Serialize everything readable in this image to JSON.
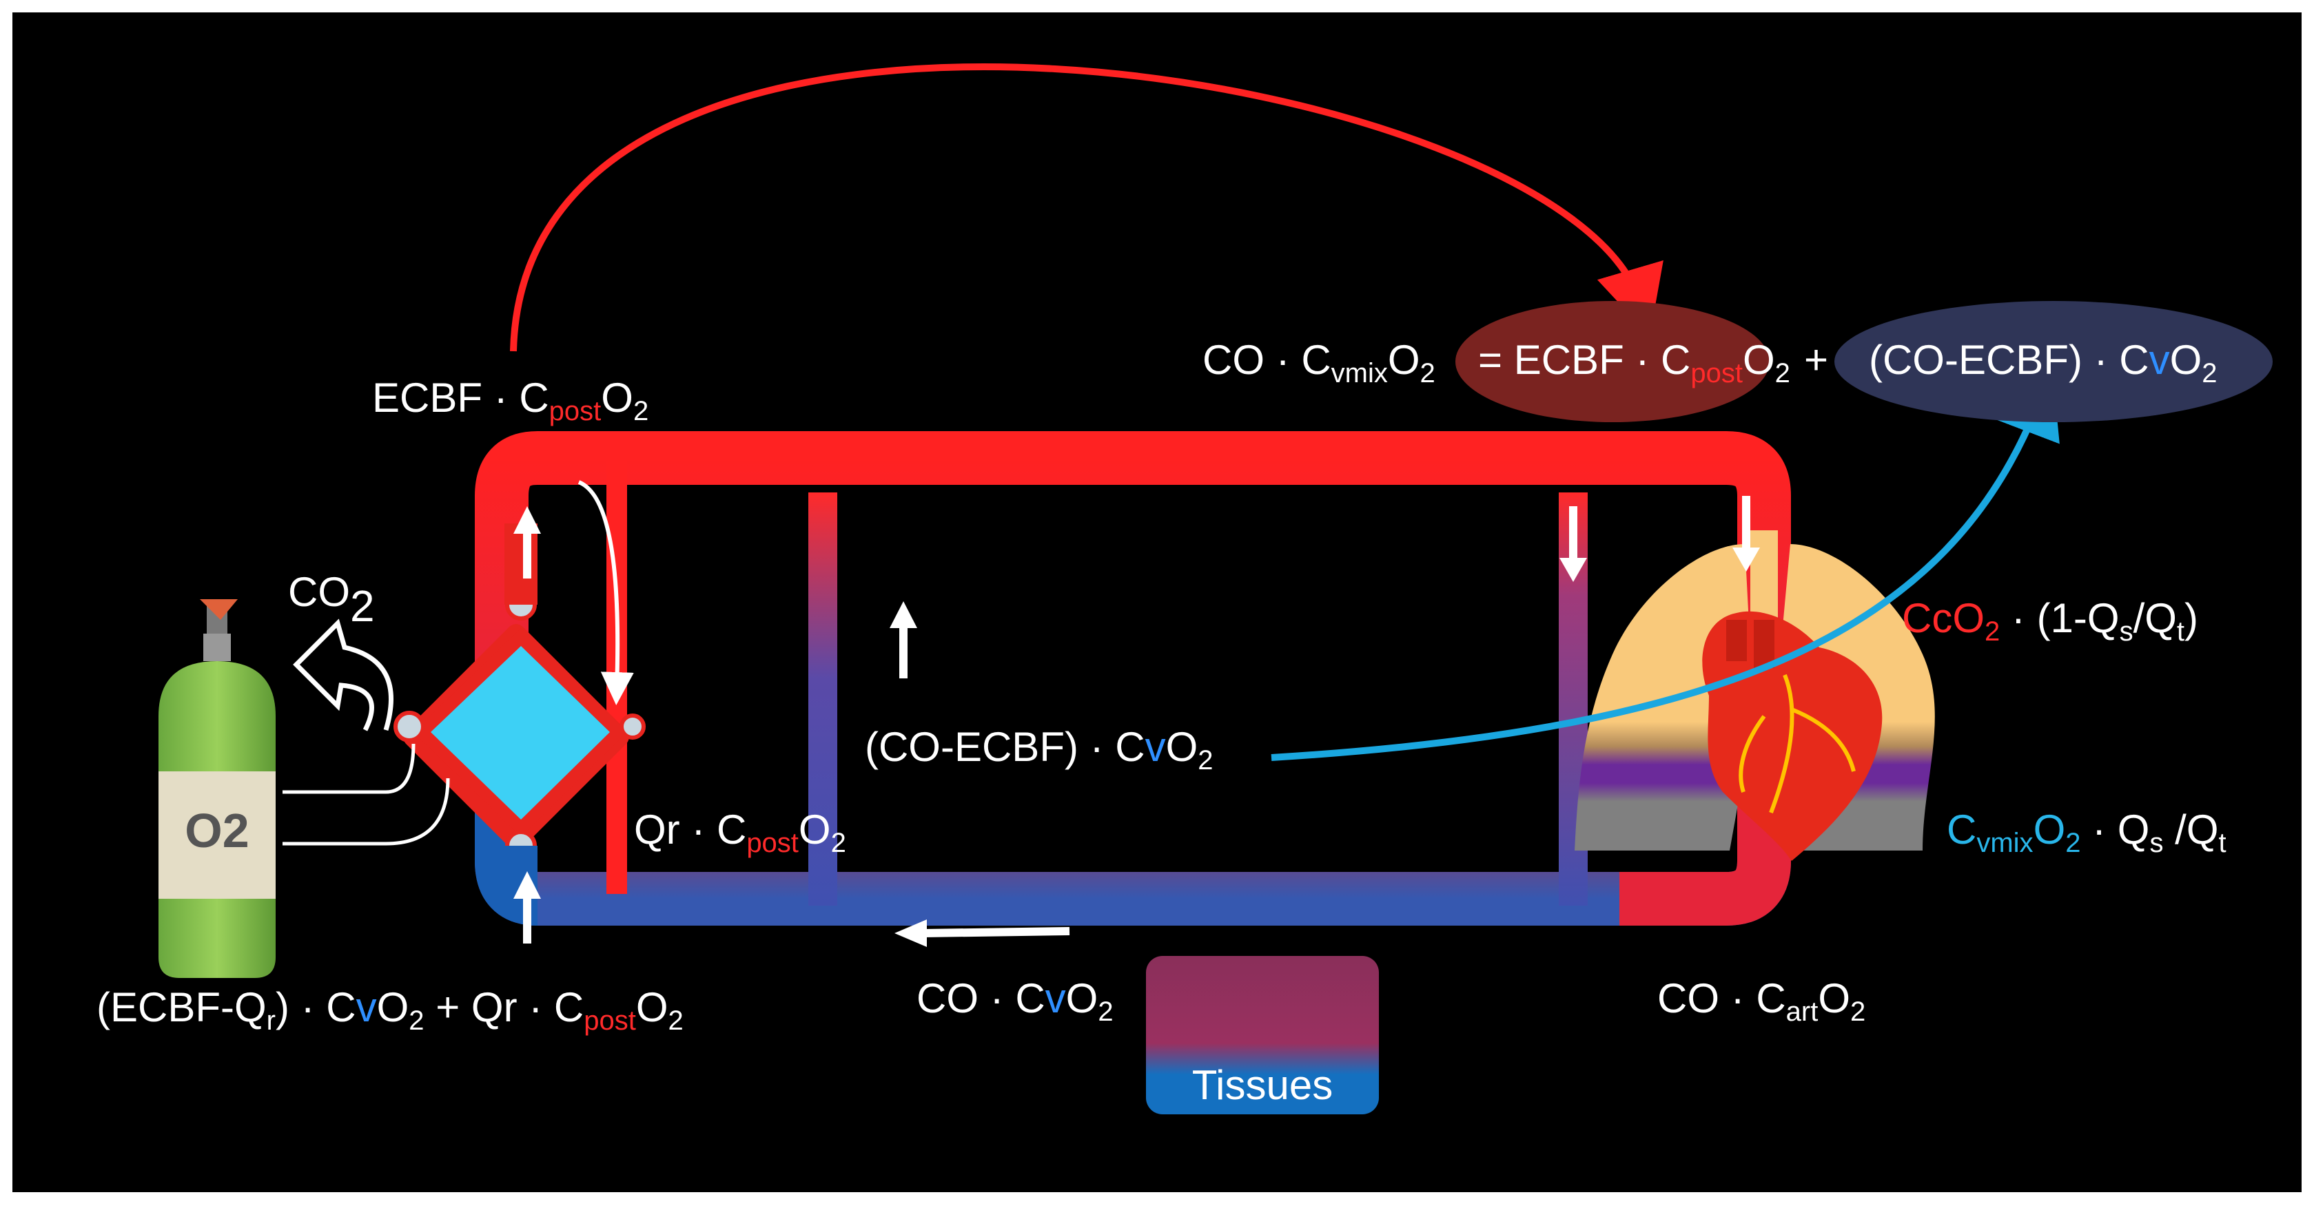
{
  "colors": {
    "background": "#000000",
    "frame": "#ffffff",
    "arterial_red": "#ff2222",
    "venous_blue": "#3a5fb0",
    "oxygenator_fill": "#3dd0f5",
    "arc_red": "#ff2222",
    "arc_blue": "#1aa7e0",
    "ellipse_red": "#7a2320",
    "ellipse_blue": "#2f3557",
    "tissue_blue": "#1472c0",
    "lung_yellow": "#f8c87a",
    "heart_red": "#e62a1b",
    "tank_green": "#8cc152"
  },
  "icons": {
    "oxygen_tank": "oxygen-tank-icon",
    "oxygenator": "oxygenator-diamond-icon",
    "lungs": "lungs-icon",
    "heart": "heart-icon",
    "co2_exhaust_arrow": "exhaust-arrow-icon"
  },
  "labels": {
    "ecbf_post": {
      "a": "ECBF · C",
      "sub": "post",
      "b": "O",
      "c": "2"
    },
    "co2": {
      "a": "CO",
      "sub": "2"
    },
    "tank_label": "O2",
    "equation_left": {
      "a": "CO · C",
      "sub": "vmix",
      "b": "O",
      "c": "2"
    },
    "equation_mid": {
      "pre": "= ECBF · C",
      "sub": "post",
      "b": "O",
      "c": "2"
    },
    "equation_plus": "+",
    "equation_right": {
      "a": "(CO-ECBF) · C",
      "v": "v",
      "b": "O",
      "c": "2"
    },
    "qr_post": {
      "a": "Qr · C",
      "sub": "post",
      "b": "O",
      "c": "2"
    },
    "mid_flow": {
      "a": "(CO-ECBF) · C",
      "v": "v",
      "b": "O",
      "c": "2"
    },
    "ccO2": {
      "a": "CcO",
      "sub1": "2",
      "b": " · (1-Q",
      "sub2": "s",
      "c": "/Q",
      "sub3": "t",
      "d": ")"
    },
    "cvmix_qs": {
      "a": "C",
      "sub1": "vmix",
      "b": "O",
      "sub2": "2",
      "c": " · Q",
      "sub3": "s",
      "d": " /Q",
      "sub4": "t"
    },
    "bottom_left": {
      "a": "(ECBF-Q",
      "sub1": "r",
      "b": ") · C",
      "v": "v",
      "c": "O",
      "sub2": "2",
      "d": "  + Qr · C",
      "sub3": "post",
      "e": "O",
      "sub4": "2"
    },
    "co_cv": {
      "a": "CO · C",
      "v": "v",
      "b": "O",
      "c": "2"
    },
    "co_cart": {
      "a": "CO · C",
      "sub": "art",
      "b": "O",
      "c": "2"
    },
    "tissues": "Tissues"
  }
}
